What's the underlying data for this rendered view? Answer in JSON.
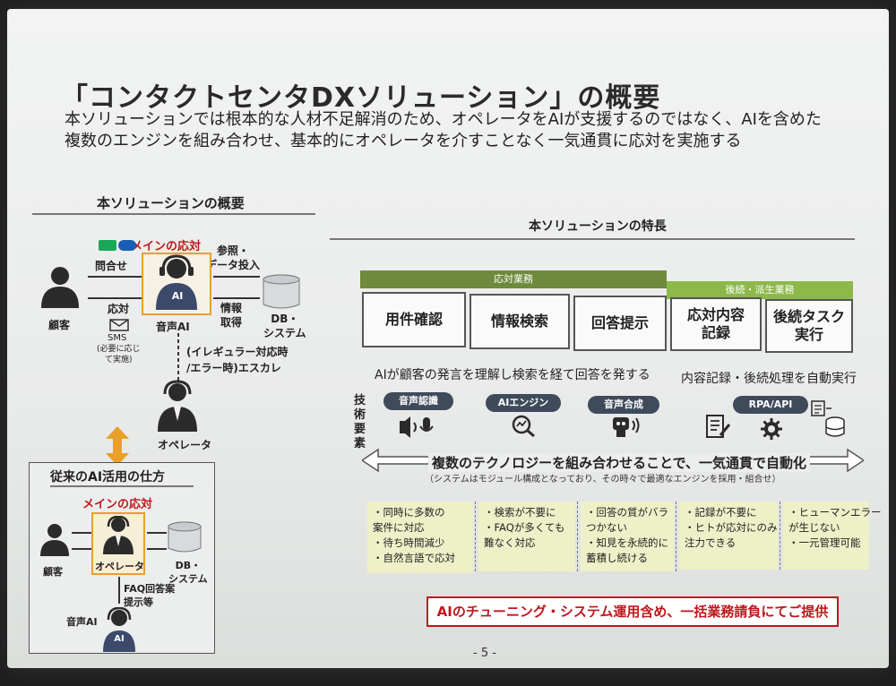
{
  "slide": {
    "title": "「コンタクトセンタDXソリューション」の概要",
    "subtitle_lines": [
      "本ソリューションでは根本的な人材不足解消のため、オペレータをAIが支援するのではなく、AIを含めた",
      "複数のエンジンを組み合わせ、基本的にオペレータを介すことなく一気通貫に応対を実施する"
    ],
    "page_number": "- 5 -"
  },
  "left_panel": {
    "heading": "本ソリューションの概要",
    "main_response": "メインの応対",
    "inquiry": "問合せ",
    "response": "応対",
    "sms": "SMS",
    "sms_note": "(必要に応じ\nて実施)",
    "customer": "顧客",
    "voice_ai": "音声AI",
    "ai_badge": "AI",
    "ref_data": "参照・\nデータ投入",
    "info_get": "情報\n取得",
    "db_system": "DB・\nシステム",
    "escalation": "(イレギュラー対応時\n/エラー時)エスカレ",
    "operator": "オペレータ"
  },
  "traditional": {
    "heading": "従来のAI活用の仕方",
    "main_response": "メインの応対",
    "customer": "顧客",
    "operator": "オペレータ",
    "db_system": "DB・\nシステム",
    "faq": "FAQ回答案\n提示等",
    "voice_ai": "音声AI",
    "ai_badge": "AI"
  },
  "right_panel": {
    "heading": "本ソリューションの特長",
    "band_response": "応対業務",
    "band_followup": "後続・派生業務",
    "steps": [
      "用件確認",
      "情報検索",
      "回答提示",
      "応対内容\n記録",
      "後続タスク\n実行"
    ],
    "desc_left": "AIが顧客の発言を理解し検索を経て回答を発する",
    "desc_right": "内容記録・後続処理を自動実行",
    "tech_label": "技術要素",
    "pills": [
      "音声認識",
      "AIエンジン",
      "音声合成",
      "RPA/API"
    ],
    "combine_main": "複数のテクノロジーを組み合わせることで、一気通貫で自動化",
    "combine_sub": "（システムはモジュール構成となっており、その時々で最適なエンジンを採用・組合せ）",
    "benefits": [
      [
        "・同時に多数の",
        "  案件に対応",
        "・待ち時間減少",
        "・自然言語で応対"
      ],
      [
        "・検索が不要に",
        "・FAQが多くても",
        "  難なく対応"
      ],
      [
        "・回答の質がバラ",
        "  つかない",
        "・知見を永続的に",
        "  蓄積し続ける"
      ],
      [
        "・記録が不要に",
        "・ヒトが応対にのみ",
        "  注力できる"
      ],
      [
        "・ヒューマンエラー",
        "  が生じない",
        "・一元管理可能"
      ]
    ],
    "cta": "AIのチューニング・システム運用含め、一括業務請負にてご提供"
  },
  "colors": {
    "band_green_dark": "#6e8a3c",
    "band_green_light": "#8db84a",
    "accent_orange": "#e8a02a",
    "accent_red": "#c0161c",
    "pill_navy": "#3f4a5a",
    "benefit_bg": "#eef0c8"
  }
}
